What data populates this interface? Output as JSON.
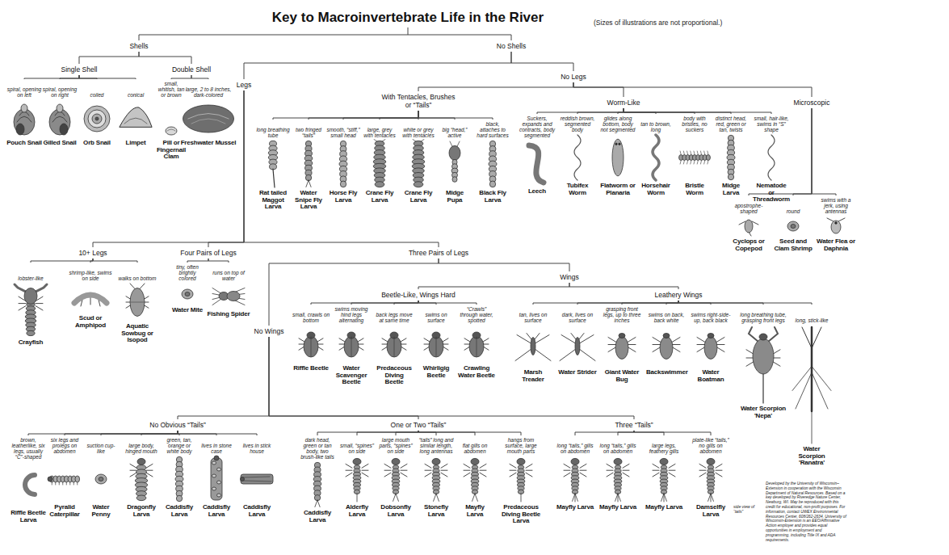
{
  "diagram": {
    "title": "Key to Macroinvertebrate Life in the River",
    "nodes": [
      {
        "text": [
          "Shells"
        ]
      },
      {
        "text": [
          "No Shells"
        ]
      },
      {
        "text": [
          "Single Shell"
        ]
      },
      {
        "text": [
          "Double Shell"
        ]
      },
      {
        "text": [
          "spiral, opening on left",
          "Pouch Snail"
        ]
      },
      {
        "text": [
          "spiral, opening on right",
          "Gilled Snail"
        ]
      },
      {
        "text": [
          "coiled",
          "Orb Snail"
        ]
      },
      {
        "text": [
          "conical",
          "Limpet"
        ]
      },
      {
        "text": [
          "small, whitish, tan or brown",
          "Pill or Fingernail Clam"
        ]
      },
      {
        "text": [
          "large, 2 to 8 inches, dark-colored",
          "Freshwater Mussel"
        ]
      },
      {
        "text": [
          "Legs"
        ]
      },
      {
        "text": [
          "No Legs"
        ]
      },
      {
        "text": [
          "With Tentacles, Brushes or “Tails”"
        ]
      },
      {
        "text": [
          "Worm-Like"
        ]
      },
      {
        "text": [
          "Microscopic"
        ]
      },
      {
        "text": [
          "long breathing tube",
          "Rat tailed Maggot Larva"
        ]
      },
      {
        "text": [
          "two fringed “tails”",
          "Water Snipe Fly Larva"
        ]
      },
      {
        "text": [
          "smooth, “stiff,” small head",
          "Horse Fly Larva"
        ]
      },
      {
        "text": [
          "large, grey with tentacles",
          "Crane Fly Larva"
        ]
      },
      {
        "text": [
          "white or grey with tentacles",
          "Crane Fly Larva"
        ]
      },
      {
        "text": [
          "big “head,” active",
          "Midge Pupa"
        ]
      },
      {
        "text": [
          "black, attaches to hard surfaces",
          "Black Fly Larva"
        ]
      },
      {
        "text": [
          "Suckers, expands and contracts, body segmented",
          "Leech"
        ]
      },
      {
        "text": [
          "reddish brown, segmented body",
          "Tubifex Worm"
        ]
      },
      {
        "text": [
          "glides along bottom, body not segmented",
          "Flatworm or Planaria"
        ]
      },
      {
        "text": [
          "tan to brown, long",
          "Horsehair Worm"
        ]
      },
      {
        "text": [
          "body with bristles, no suckers",
          "Bristle Worm"
        ]
      },
      {
        "text": [
          "distinct head, red, green or tan, twists",
          "Midge Larva"
        ]
      },
      {
        "text": [
          "small, hair-like, swims in “S” shape",
          "Nematode or Threadworm"
        ]
      },
      {
        "text": [
          "apostrophe-shaped",
          "Cyclops or Copepod"
        ]
      },
      {
        "text": [
          "round",
          "Seed and Clam Shrimp"
        ]
      },
      {
        "text": [
          "swims with a jerk, using antennas",
          "Water Flea or Daphnia"
        ]
      },
      {
        "text": [
          "10+ Legs"
        ]
      },
      {
        "text": [
          "Four Pairs of Legs"
        ]
      },
      {
        "text": [
          "Three Pairs of Legs"
        ]
      },
      {
        "text": [
          "lobster-like",
          "Crayfish"
        ]
      },
      {
        "text": [
          "shrimp-like, swims on side",
          "Scud or Amphipod"
        ]
      },
      {
        "text": [
          "walks on bottom",
          "Aquatic Sowbug or Isopod"
        ]
      },
      {
        "text": [
          "tiny, often brightly colored",
          "Water Mite"
        ]
      },
      {
        "text": [
          "runs on top of water",
          "Fishing Spider"
        ]
      },
      {
        "text": [
          "No Wings"
        ]
      },
      {
        "text": [
          "Wings"
        ]
      },
      {
        "text": [
          "Beetle-Like, Wings Hard"
        ]
      },
      {
        "text": [
          "Leathery Wings"
        ]
      },
      {
        "text": [
          "small, crawls on bottom",
          "Riffle Beetle"
        ]
      },
      {
        "text": [
          "swims moving hind legs alternating",
          "Water Scavenger Beetle"
        ]
      },
      {
        "text": [
          "back legs move at same time",
          "Predaceous Diving Beetle"
        ]
      },
      {
        "text": [
          "swims on surface",
          "Whirligig Beetle"
        ]
      },
      {
        "text": [
          "“Crawls” through water, spotted",
          "Crawling Water Beetle"
        ]
      },
      {
        "text": [
          "tan, lives on surface",
          "Marsh Treader"
        ]
      },
      {
        "text": [
          "dark, lives on surface",
          "Water Strider"
        ]
      },
      {
        "text": [
          "grasping front legs, up to three inches",
          "Giant Water Bug"
        ]
      },
      {
        "text": [
          "swims on back, back white",
          "Backswimmer"
        ]
      },
      {
        "text": [
          "swims right-side-up, back black",
          "Water Boatman"
        ]
      },
      {
        "text": [
          "long breathing tube, grasping front legs",
          "Water Scorpion 'Nepa'"
        ]
      },
      {
        "text": [
          "long, stick-like",
          "Water Scorpion 'Ranatra'"
        ]
      },
      {
        "text": [
          "No Obvious “Tails”"
        ]
      },
      {
        "text": [
          "One or Two “Tails”"
        ]
      },
      {
        "text": [
          "Three “Tails”"
        ]
      },
      {
        "text": [
          "brown, leatherlike, six legs, usually “C”-shaped",
          "Riffle Beetle Larva"
        ]
      },
      {
        "text": [
          "six legs and prolegs on abdomen",
          "Pyralid Caterpillar"
        ]
      },
      {
        "text": [
          "suction cup-like",
          "Water Penny"
        ]
      },
      {
        "text": [
          "large body, hinged mouth",
          "Dragonfly Larva"
        ]
      },
      {
        "text": [
          "green, tan, orange or white body",
          "Caddisfly Larva"
        ]
      },
      {
        "text": [
          "lives in stone case",
          "Caddisfly Larva"
        ]
      },
      {
        "text": [
          "lives in stick house",
          "Caddisfly Larva"
        ]
      },
      {
        "text": [
          "dark head, green or tan body, two brush-like tails",
          "Caddisfly Larva"
        ]
      },
      {
        "text": [
          "small, “spines” on side",
          "Alderfly Larva"
        ]
      },
      {
        "text": [
          "large mouth parts, “spines” on side",
          "Dobsonfly Larva"
        ]
      },
      {
        "text": [
          "“tails” long and similar length, long antennas",
          "Stonefly Larva"
        ]
      },
      {
        "text": [
          "flat gills on abdomen",
          "Mayfly Larva"
        ]
      },
      {
        "text": [
          "hangs from surface, large mouth parts",
          "Predaceous Diving Beetle Larva"
        ]
      },
      {
        "text": [
          "long “tails,” gills on abdomen",
          "Mayfly Larva"
        ]
      },
      {
        "text": [
          "long “tails,” gills on abdomen",
          "Mayfly Larva"
        ]
      },
      {
        "text": [
          "large legs, feathery gills",
          "Mayfly Larva"
        ]
      },
      {
        "text": [
          "plate-like “tails,” no gills on abdomen",
          "Damselfly Larva"
        ]
      }
    ],
    "edges": [
      {
        "from": 0,
        "to": 2,
        "arrow": "none"
      },
      {
        "from": 0,
        "to": 3,
        "arrow": "none"
      },
      {
        "from": 2,
        "to": 4,
        "arrow": "none"
      },
      {
        "from": 2,
        "to": 5,
        "arrow": "none"
      },
      {
        "from": 2,
        "to": 6,
        "arrow": "none"
      },
      {
        "from": 2,
        "to": 7,
        "arrow": "none"
      },
      {
        "from": 3,
        "to": 8,
        "arrow": "none"
      },
      {
        "from": 3,
        "to": 9,
        "arrow": "none"
      },
      {
        "from": 1,
        "to": 10,
        "arrow": "none"
      },
      {
        "from": 1,
        "to": 11,
        "arrow": "none"
      },
      {
        "from": 11,
        "to": 12,
        "arrow": "none"
      },
      {
        "from": 11,
        "to": 13,
        "arrow": "none"
      },
      {
        "from": 11,
        "to": 14,
        "arrow": "none"
      },
      {
        "from": 12,
        "to": 15,
        "arrow": "none"
      },
      {
        "from": 12,
        "to": 16,
        "arrow": "none"
      },
      {
        "from": 12,
        "to": 17,
        "arrow": "none"
      },
      {
        "from": 12,
        "to": 18,
        "arrow": "none"
      },
      {
        "from": 12,
        "to": 19,
        "arrow": "none"
      },
      {
        "from": 12,
        "to": 20,
        "arrow": "none"
      },
      {
        "from": 12,
        "to": 21,
        "arrow": "none"
      },
      {
        "from": 13,
        "to": 22,
        "arrow": "none"
      },
      {
        "from": 13,
        "to": 23,
        "arrow": "none"
      },
      {
        "from": 13,
        "to": 24,
        "arrow": "none"
      },
      {
        "from": 13,
        "to": 25,
        "arrow": "none"
      },
      {
        "from": 13,
        "to": 26,
        "arrow": "none"
      },
      {
        "from": 13,
        "to": 27,
        "arrow": "none"
      },
      {
        "from": 13,
        "to": 28,
        "arrow": "none"
      },
      {
        "from": 14,
        "to": 29,
        "arrow": "none"
      },
      {
        "from": 14,
        "to": 30,
        "arrow": "none"
      },
      {
        "from": 14,
        "to": 31,
        "arrow": "none"
      },
      {
        "from": 10,
        "to": 32,
        "arrow": "none"
      },
      {
        "from": 10,
        "to": 33,
        "arrow": "none"
      },
      {
        "from": 10,
        "to": 34,
        "arrow": "none"
      },
      {
        "from": 32,
        "to": 35,
        "arrow": "none"
      },
      {
        "from": 32,
        "to": 36,
        "arrow": "none"
      },
      {
        "from": 32,
        "to": 37,
        "arrow": "none"
      },
      {
        "from": 33,
        "to": 38,
        "arrow": "none"
      },
      {
        "from": 33,
        "to": 39,
        "arrow": "none"
      },
      {
        "from": 34,
        "to": 40,
        "arrow": "none"
      },
      {
        "from": 34,
        "to": 41,
        "arrow": "none"
      },
      {
        "from": 41,
        "to": 42,
        "arrow": "none"
      },
      {
        "from": 41,
        "to": 43,
        "arrow": "none"
      },
      {
        "from": 42,
        "to": 44,
        "arrow": "none"
      },
      {
        "from": 42,
        "to": 45,
        "arrow": "none"
      },
      {
        "from": 42,
        "to": 46,
        "arrow": "none"
      },
      {
        "from": 42,
        "to": 47,
        "arrow": "none"
      },
      {
        "from": 42,
        "to": 48,
        "arrow": "none"
      },
      {
        "from": 43,
        "to": 49,
        "arrow": "none"
      },
      {
        "from": 43,
        "to": 50,
        "arrow": "none"
      },
      {
        "from": 43,
        "to": 51,
        "arrow": "none"
      },
      {
        "from": 43,
        "to": 52,
        "arrow": "none"
      },
      {
        "from": 43,
        "to": 53,
        "arrow": "none"
      },
      {
        "from": 43,
        "to": 54,
        "arrow": "none"
      },
      {
        "from": 43,
        "to": 55,
        "arrow": "none"
      },
      {
        "from": 40,
        "to": 56,
        "arrow": "none"
      },
      {
        "from": 40,
        "to": 57,
        "arrow": "none"
      },
      {
        "from": 40,
        "to": 58,
        "arrow": "none"
      },
      {
        "from": 56,
        "to": 59,
        "arrow": "none"
      },
      {
        "from": 56,
        "to": 60,
        "arrow": "none"
      },
      {
        "from": 56,
        "to": 61,
        "arrow": "none"
      },
      {
        "from": 56,
        "to": 62,
        "arrow": "none"
      },
      {
        "from": 56,
        "to": 63,
        "arrow": "none"
      },
      {
        "from": 56,
        "to": 64,
        "arrow": "none"
      },
      {
        "from": 56,
        "to": 65,
        "arrow": "none"
      },
      {
        "from": 57,
        "to": 66,
        "arrow": "none"
      },
      {
        "from": 57,
        "to": 67,
        "arrow": "none"
      },
      {
        "from": 57,
        "to": 68,
        "arrow": "none"
      },
      {
        "from": 57,
        "to": 69,
        "arrow": "none"
      },
      {
        "from": 57,
        "to": 70,
        "arrow": "none"
      },
      {
        "from": 57,
        "to": 71,
        "arrow": "none"
      },
      {
        "from": 58,
        "to": 72,
        "arrow": "none"
      },
      {
        "from": 58,
        "to": 73,
        "arrow": "none"
      },
      {
        "from": 58,
        "to": 74,
        "arrow": "none"
      },
      {
        "from": 58,
        "to": 75,
        "arrow": "none"
      }
    ],
    "labels": [
      "(Sizes of illustrations are not proportional.)",
      "side view of “tails”",
      "Developed by the University of Wisconsin–Extension in cooperation with the Wisconsin Department of Natural Resources. Based on a key developed by Riveredge Nature Center, Newburg, WI. May be reproduced with this credit for educational, non-profit purposes. For information, contact UWEX Environmental Resources Center, 608/262-2634. University of Wisconsin-Extension is an EEO/Affirmative Action employer and provides equal opportunities in employment and programming, including Title IX and ADA requirements."
    ]
  }
}
